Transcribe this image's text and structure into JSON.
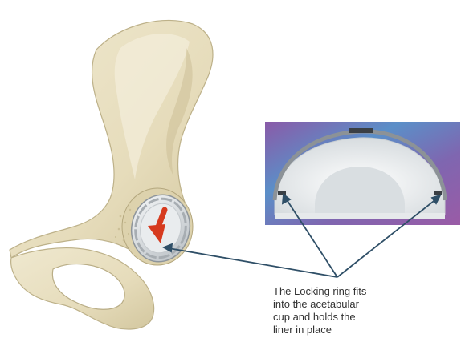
{
  "caption": {
    "lines": [
      "The Locking ring fits",
      "into the acetabular",
      "cup and holds the",
      "liner in place"
    ]
  },
  "colors": {
    "bone": "#e9e2c6",
    "bone_shadow": "#c9bf9a",
    "pointer_line": "#2f4f67",
    "arrow_red": "#d63a1e",
    "photo_purple": "#7d5aa0",
    "photo_blue": "#4a86c0",
    "liner_white": "#f1f3f3",
    "ring_metal": "#9aa0a6"
  }
}
